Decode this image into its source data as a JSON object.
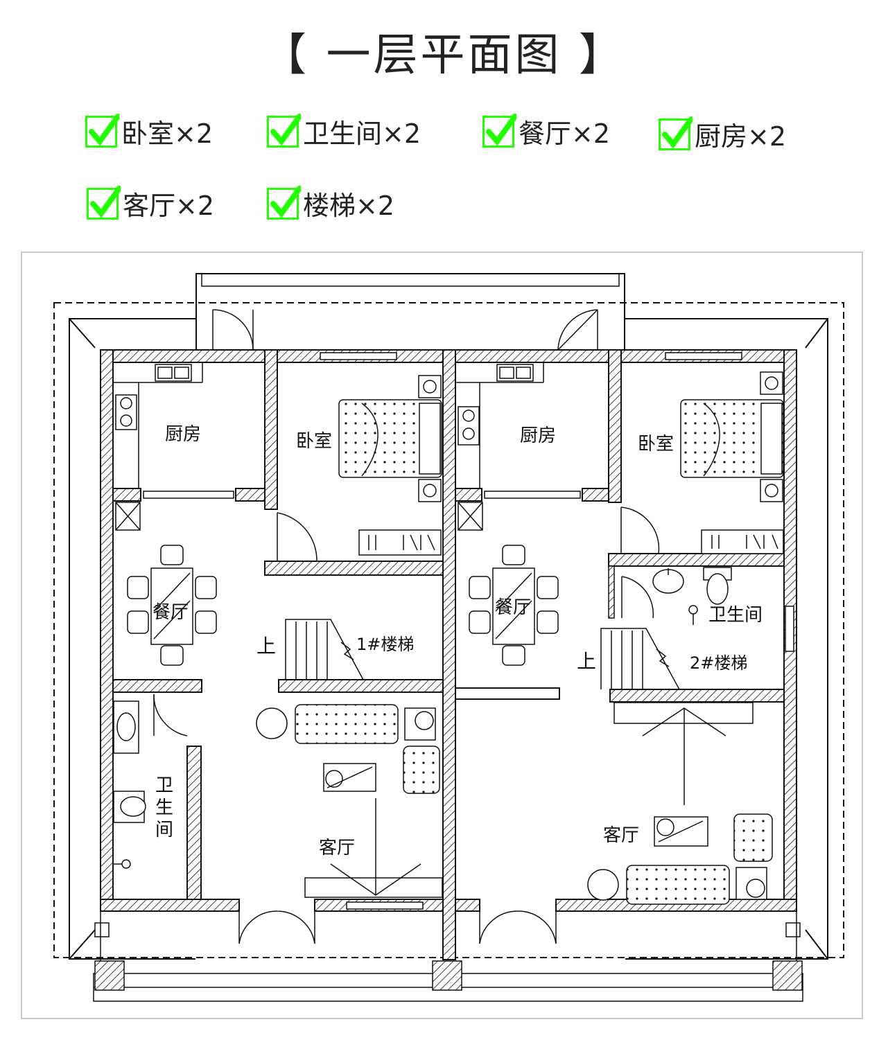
{
  "title": "【 一层平面图 】",
  "legend": {
    "accent_color": "#22ff00",
    "items": [
      {
        "label": "卧室×2"
      },
      {
        "label": "卫生间×2"
      },
      {
        "label": "餐厅×2"
      },
      {
        "label": "厨房×2"
      },
      {
        "label": "客厅×2"
      },
      {
        "label": "楼梯×2"
      }
    ]
  },
  "plan": {
    "rooms": {
      "kitchen_left": "厨房",
      "bedroom_left": "卧室",
      "kitchen_right": "厨房",
      "bedroom_right": "卧室",
      "dining_left": "餐厅",
      "dining_right": "餐厅",
      "stair_left": "1#楼梯",
      "stair_right": "2#楼梯",
      "up_left": "上",
      "up_right": "上",
      "bath_right": "卫生间",
      "living_left": "客厅",
      "living_right": "客厅"
    },
    "bath_left_chars": [
      "卫",
      "生",
      "间"
    ]
  }
}
